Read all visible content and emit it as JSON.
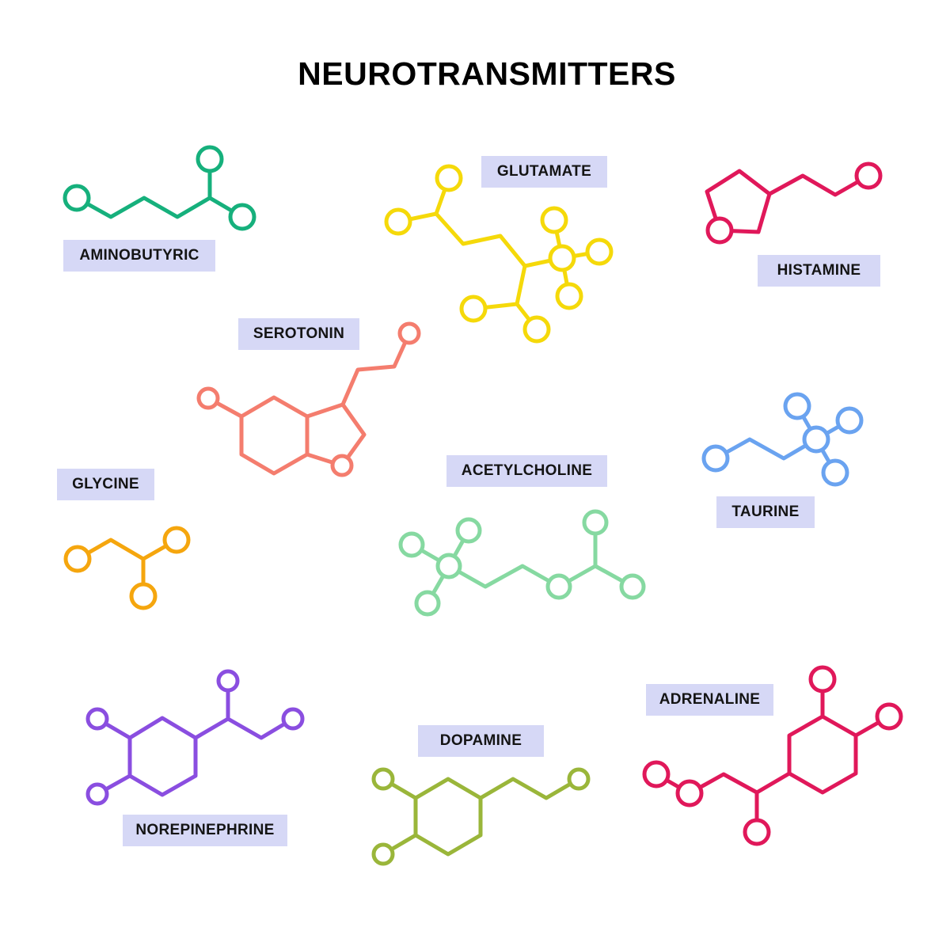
{
  "title": "NEUROTRANSMITTERS",
  "molecules": [
    {
      "id": "aminobutyric",
      "label": "AMINOBUTYRIC",
      "color": "#16b07c"
    },
    {
      "id": "glutamate",
      "label": "GLUTAMATE",
      "color": "#f5d90a"
    },
    {
      "id": "histamine",
      "label": "HISTAMINE",
      "color": "#e0185a"
    },
    {
      "id": "serotonin",
      "label": "SEROTONIN",
      "color": "#f47d6e"
    },
    {
      "id": "glycine",
      "label": "GLYCINE",
      "color": "#f5a60e"
    },
    {
      "id": "acetylcholine",
      "label": "ACETYLCHOLINE",
      "color": "#86d9a1"
    },
    {
      "id": "taurine",
      "label": "TAURINE",
      "color": "#6aa3f0"
    },
    {
      "id": "norepinephrine",
      "label": "NOREPINEPHRINE",
      "color": "#8a4ee0"
    },
    {
      "id": "dopamine",
      "label": "DOPAMINE",
      "color": "#9ab63a"
    },
    {
      "id": "adrenaline",
      "label": "ADRENALINE",
      "color": "#e0185a"
    }
  ]
}
